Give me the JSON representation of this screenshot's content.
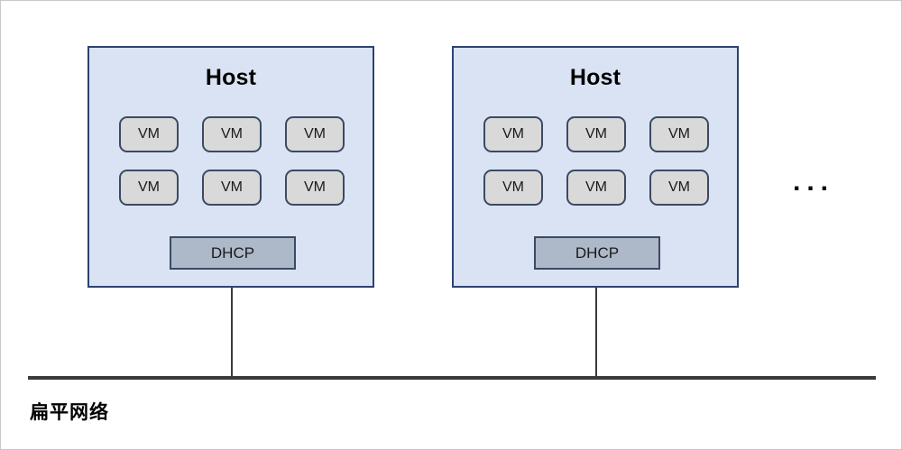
{
  "diagram": {
    "title_label": "扁平网络",
    "ellipsis": "...",
    "colors": {
      "host_fill": "#dae3f3",
      "host_border": "#2e4272",
      "vm_fill": "#d9d9d9",
      "vm_border": "#3b4a63",
      "dhcp_fill": "#adb8c8",
      "dhcp_border": "#3b4a63",
      "line": "#3a3a3a",
      "background": "#ffffff"
    },
    "hosts": [
      {
        "title": "Host",
        "vm_rows": [
          [
            "VM",
            "VM",
            "VM"
          ],
          [
            "VM",
            "VM",
            "VM"
          ]
        ],
        "dhcp_label": "DHCP"
      },
      {
        "title": "Host",
        "vm_rows": [
          [
            "VM",
            "VM",
            "VM"
          ],
          [
            "VM",
            "VM",
            "VM"
          ]
        ],
        "dhcp_label": "DHCP"
      }
    ]
  }
}
